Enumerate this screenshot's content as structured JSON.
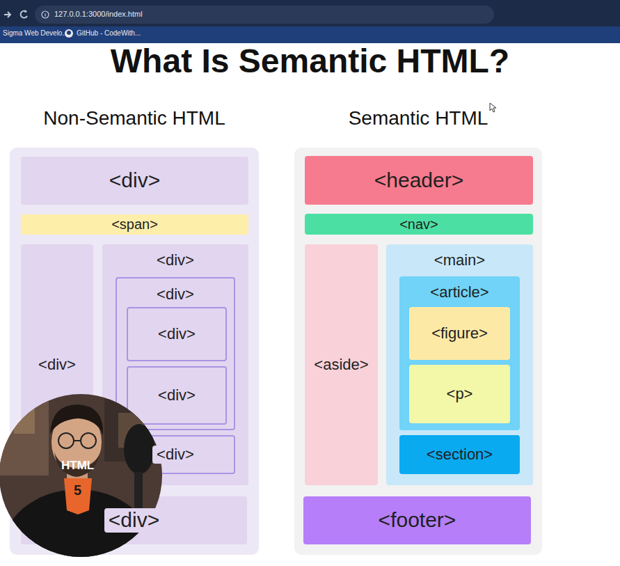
{
  "diagram": {
    "title": "What Is Semantic HTML?",
    "nodes": [
      {
        "text": [
          "Non-Semantic HTML"
        ]
      },
      {
        "text": [
          "<div>"
        ],
        "in": 0
      },
      {
        "text": [
          "<span>"
        ],
        "in": 0
      },
      {
        "text": [
          "<div>"
        ],
        "in": 0
      },
      {
        "text": [
          "<div>"
        ],
        "in": 0
      },
      {
        "text": [
          "<div>"
        ],
        "in": 4
      },
      {
        "text": [
          "<div>"
        ],
        "in": 5
      },
      {
        "text": [
          "<div>"
        ],
        "in": 5
      },
      {
        "text": [
          "<div>"
        ],
        "in": 4
      },
      {
        "text": [
          "<div>"
        ],
        "in": 0
      },
      {
        "text": [
          "Semantic HTML"
        ]
      },
      {
        "text": [
          "<header>"
        ],
        "in": 10
      },
      {
        "text": [
          "<nav>"
        ],
        "in": 10
      },
      {
        "text": [
          "<aside>"
        ],
        "in": 10
      },
      {
        "text": [
          "<main>"
        ],
        "in": 10
      },
      {
        "text": [
          "<article>"
        ],
        "in": 14
      },
      {
        "text": [
          "<figure>"
        ],
        "in": 15
      },
      {
        "text": [
          "<p>"
        ],
        "in": 15
      },
      {
        "text": [
          "<section>"
        ],
        "in": 15
      },
      {
        "text": [
          "<footer>"
        ],
        "in": 10
      }
    ],
    "labels": [
      "127.0.0.1:3000/index.html",
      "Sigma Web Develo...",
      "GitHub - CodeWith...",
      "HTML",
      "5"
    ]
  }
}
